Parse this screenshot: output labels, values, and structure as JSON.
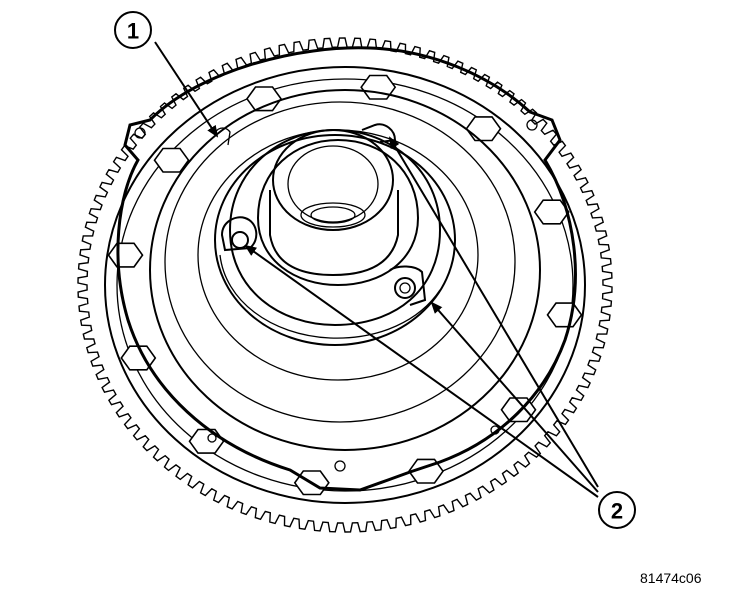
{
  "callouts": [
    {
      "number": "1"
    },
    {
      "number": "2"
    }
  ],
  "figure_id": "81474c06"
}
